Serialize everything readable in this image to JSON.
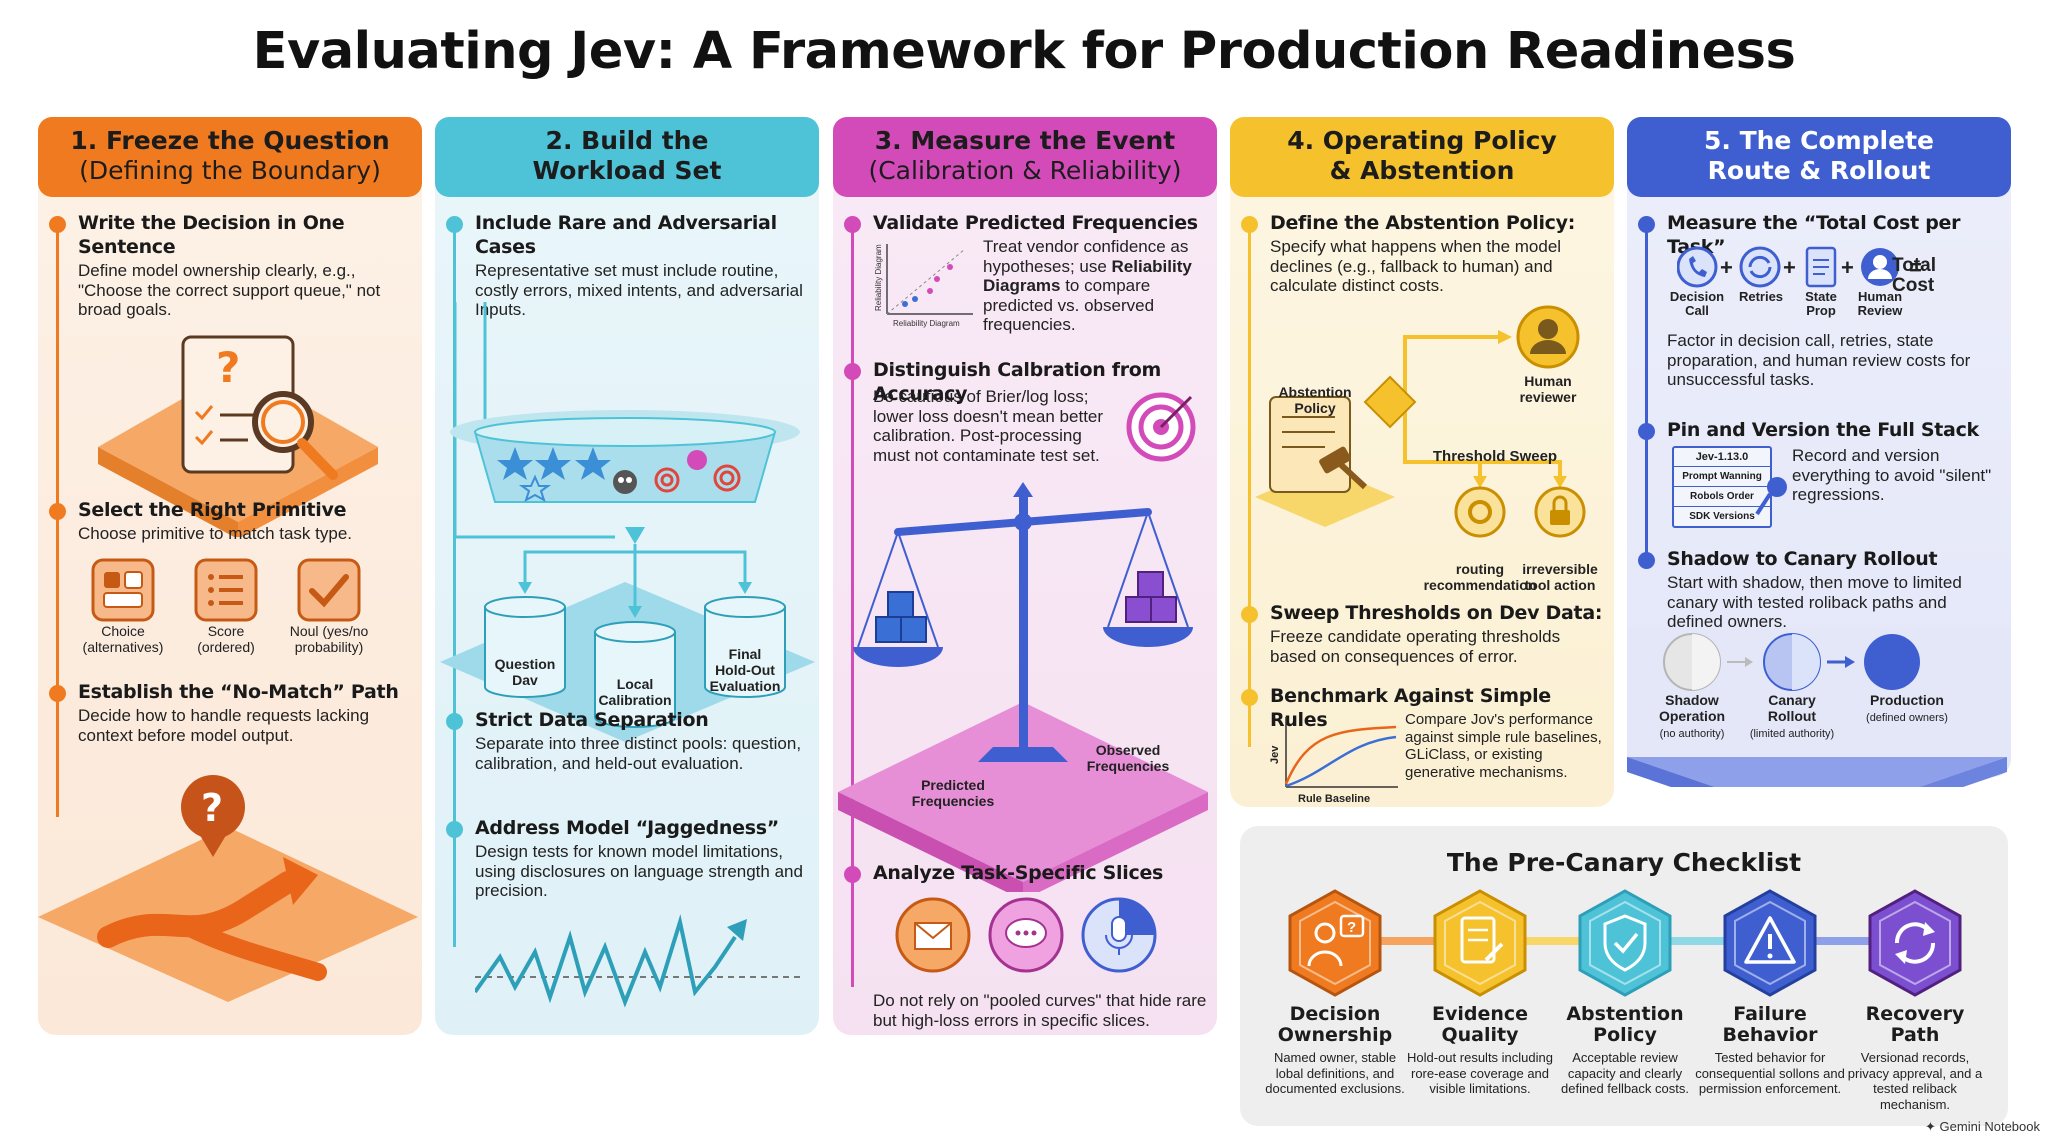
{
  "title": "Evaluating Jev: A Framework for Production Readiness",
  "columns": [
    {
      "header_line1": "1. Freeze the Question",
      "header_line2": "(Defining the Boundary)",
      "sections": [
        {
          "title": "Write the Decision in One Sentence",
          "body": "Define model ownership clearly, e.g., \"Choose the correct support queue,\" not broad goals."
        },
        {
          "title": "Select the Right Primitive",
          "body": "Choose primitive to match task type."
        },
        {
          "title": "Establish the “No-Match” Path",
          "body": "Decide how to handle requests lacking context before model output."
        }
      ],
      "primitives": [
        {
          "name": "Choice",
          "sub": "(alternatives)",
          "icon": "choice-icon"
        },
        {
          "name": "Score",
          "sub": "(ordered)",
          "icon": "score-list-icon"
        },
        {
          "name": "Noul (yes/no",
          "sub": "probability)",
          "icon": "checkmark-icon"
        }
      ]
    },
    {
      "header_line1": "2. Build the",
      "header_line2": "Workload Set",
      "sections": [
        {
          "title": "Include Rare and Adversarial Cases",
          "body": "Representative set must include routine, costly errors, mixed intents, and adversarial Inputs."
        },
        {
          "title": "Strict Data Separation",
          "body": "Separate into three distinct pools: question, calibration, and held-out evaluation."
        },
        {
          "title": "Address Model “Jaggedness”",
          "body": "Design tests for known model limitations, using disclosures on language strength and precision."
        }
      ],
      "pools": [
        {
          "line1": "Question",
          "line2": "Dav"
        },
        {
          "line1": "Local",
          "line2": "Calibration"
        },
        {
          "line1": "Final",
          "line2": "Hold-Out",
          "line3": "Evaluation"
        }
      ]
    },
    {
      "header_line1": "3. Measure the Event",
      "header_line2": "(Calibration & Reliability)",
      "sections": [
        {
          "title": "Validate Predicted Frequencies",
          "body_pre": "Treat vendor confidence as hypotheses; use ",
          "body_bold": "Reliability Diagrams",
          "body_post": " to compare predicted vs. observed frequencies."
        },
        {
          "title": "Distinguish Calbration from Accuracy",
          "body": "Be cautious of Brier/log loss; lower loss doesn't mean better calibration. Post-processing must not contaminate test set."
        },
        {
          "title": "Analyze Task-Specific Slices",
          "body": "Do not rely on \"pooled curves\" that hide rare but high-loss errors in specific slices."
        }
      ],
      "reliability_axis_y": "Reliability Diagram",
      "reliability_axis_x": "Reliability Diagram",
      "scale_left_line1": "Predicted",
      "scale_left_line2": "Frequencies",
      "scale_right_line1": "Observed",
      "scale_right_line2": "Frequencies"
    },
    {
      "header_line1": "4. Operating Policy",
      "header_line2": "& Abstention",
      "sections": [
        {
          "title": "Define the Abstention Policy:",
          "body": "Specify what happens when the model declines (e.g., fallback to human) and calculate distinct costs."
        },
        {
          "title": "Sweep Thresholds on Dev Data:",
          "body": "Freeze candidate operating thresholds based on consequences of error."
        },
        {
          "title": "Benchmark Against Simple Rules",
          "body": "Compare Jov's performance against simple rule baselines, GLiClass, or existing generative mechanisms."
        }
      ],
      "abstention_label_line1": "Abstention",
      "abstention_label_line2": "Policy",
      "human_line1": "Human",
      "human_line2": "reviewer",
      "threshold_sweep": "Threshold Sweep",
      "routing_line1": "routing",
      "routing_line2": "recommendation",
      "irreversible_line1": "irreversible",
      "irreversible_line2": "tool action",
      "bench_ylabel": "Jev",
      "bench_xlabel": "Rule Baseline"
    },
    {
      "header_line1": "5. The Complete",
      "header_line2": "Route & Rollout",
      "sections": [
        {
          "title": "Measure the “Total Cost per Task”",
          "body": "Factor in decision call, retries, state proparation, and human review costs for unsuccessful tasks."
        },
        {
          "title": "Pin and Version the Full Stack",
          "body": "Record and version everything to avoid \"silent\" regressions."
        },
        {
          "title": "Shadow to Canary Rollout",
          "body": "Start with shadow, then move to limited canary with tested roliback paths and defined owners."
        }
      ],
      "cost_items": [
        {
          "line1": "Decision",
          "line2": "Call",
          "icon": "phone-icon"
        },
        {
          "line1": "Retries",
          "line2": "",
          "icon": "retry-icon"
        },
        {
          "line1": "State",
          "line2": "Prop",
          "icon": "document-icon"
        },
        {
          "line1": "Human",
          "line2": "Review",
          "icon": "person-icon"
        }
      ],
      "total_line1": "Total",
      "total_line2": "Cost",
      "stack_tags": [
        "Jev-1.13.0",
        "Prompt Wanning",
        "Robols Order",
        "SDK Versions"
      ],
      "rollout": [
        {
          "name": "Shadow",
          "name2": "Operation",
          "sub": "(no authority)"
        },
        {
          "name": "Canary",
          "name2": "Rollout",
          "sub": "(limited authority)"
        },
        {
          "name": "Production",
          "name2": "",
          "sub": "(defined owners)"
        }
      ]
    }
  ],
  "checklist": {
    "title": "The Pre-Canary Checklist",
    "items": [
      {
        "name1": "Decision",
        "name2": "Ownership",
        "desc": "Named owner, stable lobal definitions, and documented exclusions.",
        "color": "#f07a1f",
        "icon": "person-question-icon"
      },
      {
        "name1": "Evidence",
        "name2": "Quality",
        "desc": "Hold-out results including rore-ease coverage and visible limitations.",
        "color": "#f5c12d",
        "icon": "document-pencil-icon"
      },
      {
        "name1": "Abstention",
        "name2": "Policy",
        "desc": "Acceptable review capacity and clearly defined fellback costs.",
        "color": "#4ec3d8",
        "icon": "shield-check-icon"
      },
      {
        "name1": "Failure",
        "name2": "Behavior",
        "desc": "Tested behavior for consequential sollons and permission enforcement.",
        "color": "#3f5fd1",
        "icon": "warning-icon"
      },
      {
        "name1": "Recovery",
        "name2": "Path",
        "desc": "Versionad records, privacy appreval, and a tested reliback mechanism.",
        "color": "#7b4fd0",
        "icon": "refresh-icon"
      }
    ]
  },
  "brand": "Gemini Notebook"
}
